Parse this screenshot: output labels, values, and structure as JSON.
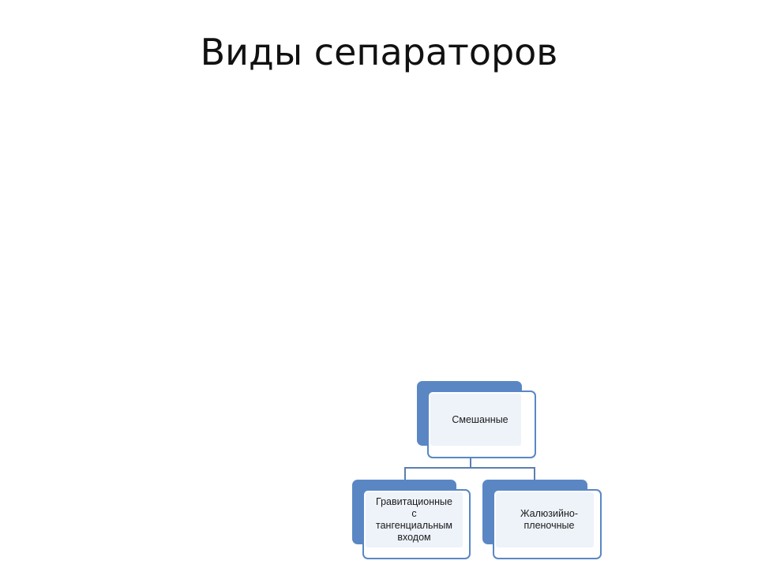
{
  "slide": {
    "title": "Виды сепараторов"
  },
  "diagram": {
    "root": {
      "label": "Смешанные"
    },
    "children": [
      {
        "label": "Гравитационные\nс\nтангенциальным\nвходом"
      },
      {
        "label": "Жалюзийно-\nпленочные"
      }
    ]
  },
  "colors": {
    "node_fill": "#5a87c4",
    "node_inner": "#eef3fa",
    "connector": "#5b7fb0"
  }
}
